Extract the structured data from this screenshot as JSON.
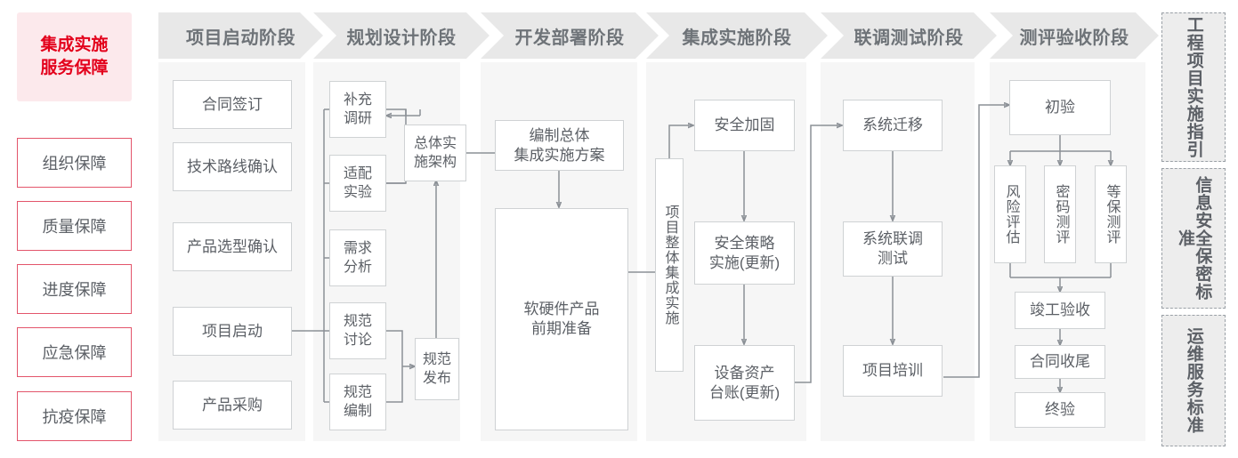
{
  "left_panel": {
    "title": "集成实施\n服务保障",
    "title_line1": "集成实施",
    "title_line2": "服务保障",
    "items": [
      {
        "label": "组织保障"
      },
      {
        "label": "质量保障"
      },
      {
        "label": "进度保障"
      },
      {
        "label": "应急保障"
      },
      {
        "label": "抗疫保障"
      }
    ],
    "accent_color": "#e3001b",
    "title_bg": "#fce9ec",
    "item_border": "#e3556b"
  },
  "phases": [
    {
      "header": "项目启动阶段",
      "nodes": [
        {
          "label": "合同签订"
        },
        {
          "label": "技术路线确认"
        },
        {
          "label": "产品选型确认"
        },
        {
          "label": "项目启动"
        },
        {
          "label": "产品采购"
        }
      ]
    },
    {
      "header": "规划设计阶段",
      "nodes": [
        {
          "label": "补充\n调研",
          "l1": "补充",
          "l2": "调研"
        },
        {
          "label": "适配\n实验",
          "l1": "适配",
          "l2": "实验"
        },
        {
          "label": "需求\n分析",
          "l1": "需求",
          "l2": "分析"
        },
        {
          "label": "规范\n讨论",
          "l1": "规范",
          "l2": "讨论"
        },
        {
          "label": "规范\n编制",
          "l1": "规范",
          "l2": "编制"
        },
        {
          "label": "总体实\n施架构",
          "l1": "总体实",
          "l2": "施架构"
        },
        {
          "label": "规范\n发布",
          "l1": "规范",
          "l2": "发布"
        }
      ]
    },
    {
      "header": "开发部署阶段",
      "nodes": [
        {
          "label": "编制总体\n集成实施方案",
          "l1": "编制总体",
          "l2": "集成实施方案"
        },
        {
          "label": "软硬件产品\n前期准备",
          "l1": "软硬件产品",
          "l2": "前期准备"
        }
      ]
    },
    {
      "header": "集成实施阶段",
      "nodes": [
        {
          "label": "项目整体集成实施"
        },
        {
          "label": "安全加固"
        },
        {
          "label": "安全策略\n实施(更新)",
          "l1": "安全策略",
          "l2": "实施(更新)"
        },
        {
          "label": "设备资产\n台账(更新)",
          "l1": "设备资产",
          "l2": "台账(更新)"
        }
      ]
    },
    {
      "header": "联调测试阶段",
      "nodes": [
        {
          "label": "系统迁移"
        },
        {
          "label": "系统联调\n测试",
          "l1": "系统联调",
          "l2": "测试"
        },
        {
          "label": "项目培训"
        }
      ]
    },
    {
      "header": "测评验收阶段",
      "nodes": [
        {
          "label": "初验"
        },
        {
          "label": "风险评估"
        },
        {
          "label": "密码测评"
        },
        {
          "label": "等保测评"
        },
        {
          "label": "竣工验收"
        },
        {
          "label": "合同收尾"
        },
        {
          "label": "终验"
        }
      ]
    }
  ],
  "standards": [
    {
      "label": "工程项目实施指引",
      "col_right": "程目施引",
      "col_left": "工项实指"
    },
    {
      "label": "信息安全保密标准",
      "col_right": "息全密准",
      "col_left": "信安保标"
    },
    {
      "label": "运维服务标准",
      "col_right": "维务准",
      "col_left": "运服标"
    }
  ]
}
